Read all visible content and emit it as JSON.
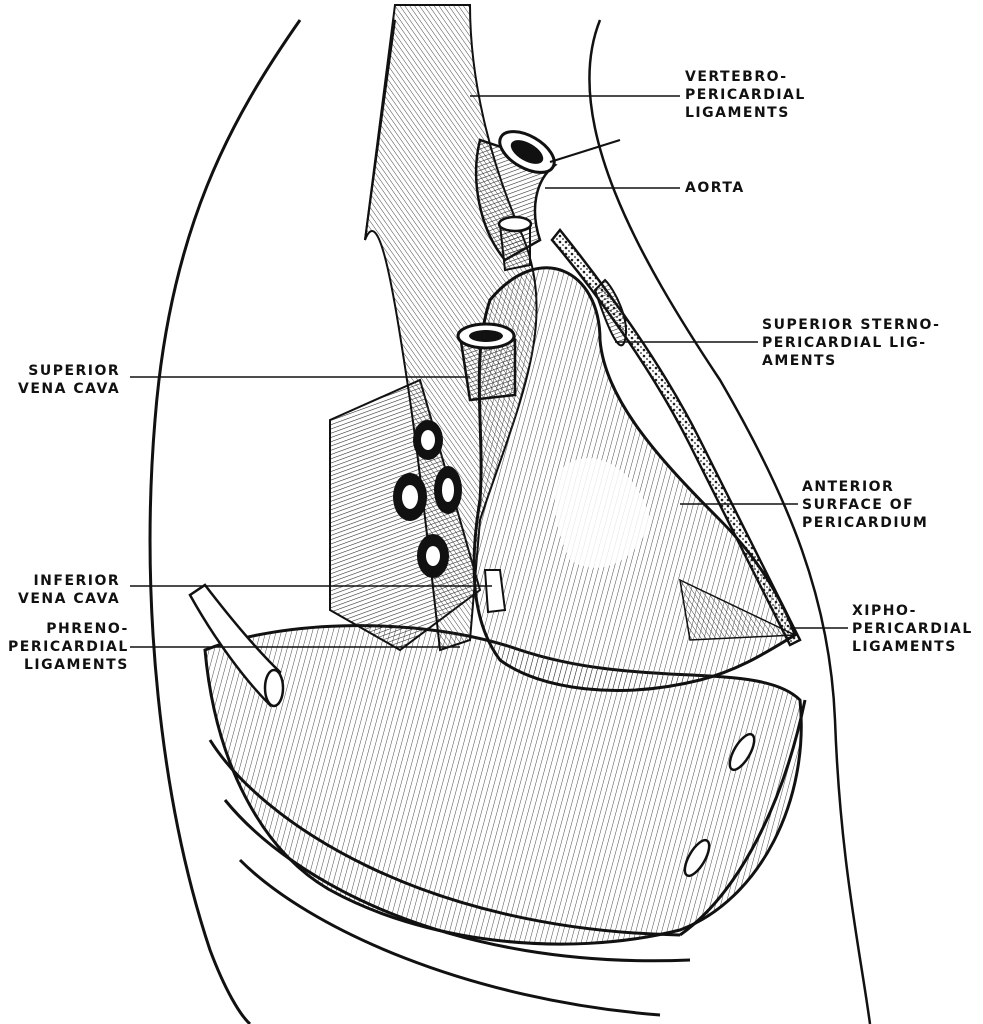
{
  "labels": {
    "vertebro": [
      "VERTEBRO-",
      "PERICARDIAL",
      "LIGAMENTS"
    ],
    "aorta": [
      "AORTA"
    ],
    "superior_sterno": [
      "SUPERIOR STERNO-",
      "PERICARDIAL LIG-",
      "AMENTS"
    ],
    "superior_vena_cava": [
      "SUPERIOR",
      "VENA CAVA"
    ],
    "anterior_surface": [
      "ANTERIOR",
      "SURFACE OF",
      "PERICARDIUM"
    ],
    "inferior_vena_cava": [
      "INFERIOR",
      "VENA CAVA"
    ],
    "phreno": [
      "PHRENO-",
      "PERICARDIAL",
      "LIGAMENTS"
    ],
    "xipho": [
      "XIPHO-",
      "PERICARDIAL",
      "LIGAMENTS"
    ]
  },
  "colors": {
    "ink": "#111111",
    "paper": "#ffffff",
    "shade": "#d9d9d9"
  }
}
